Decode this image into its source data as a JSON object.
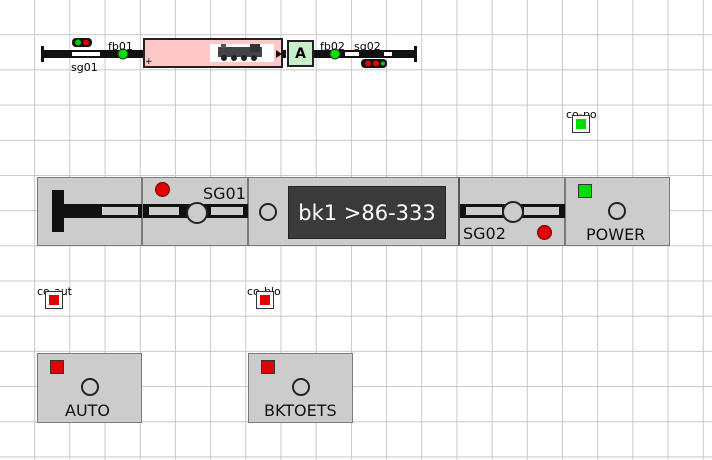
{
  "track": {
    "signal_left": "sg01",
    "feedback_left": "fb01",
    "feedback_right": "fb02",
    "signal_right": "sg02",
    "block_button": "A"
  },
  "outputs": {
    "power_label": "co-po",
    "auto_label": "co-aut",
    "bktoets_label": "co-blo"
  },
  "panels": {
    "sg01_label": "SG01",
    "block_display": "bk1 >86-333",
    "sg02_label": "SG02",
    "power_label": "POWER",
    "auto_label": "AUTO",
    "bktoets_label": "BKTOETS"
  },
  "colors": {
    "green": "#00dd00",
    "red": "#e00000",
    "panel": "#cccccc",
    "display": "#3a3a3a",
    "block_bg": "#ffc8c8"
  }
}
